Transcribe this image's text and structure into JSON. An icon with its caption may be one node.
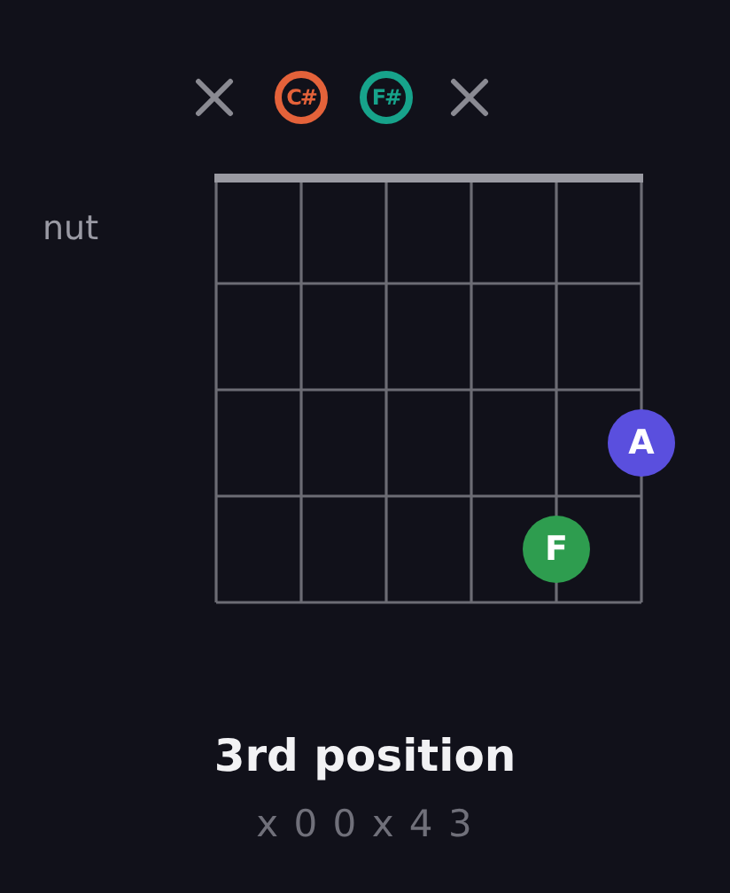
{
  "diagram": {
    "title": "3rd position",
    "caption": "x 0 0 x 4 3",
    "nodes": [
      {
        "text": [
          "C#"
        ]
      },
      {
        "text": [
          "F#"
        ]
      },
      {
        "text": [
          "A"
        ]
      },
      {
        "text": [
          "F"
        ]
      }
    ],
    "labels": [
      "nut"
    ]
  }
}
